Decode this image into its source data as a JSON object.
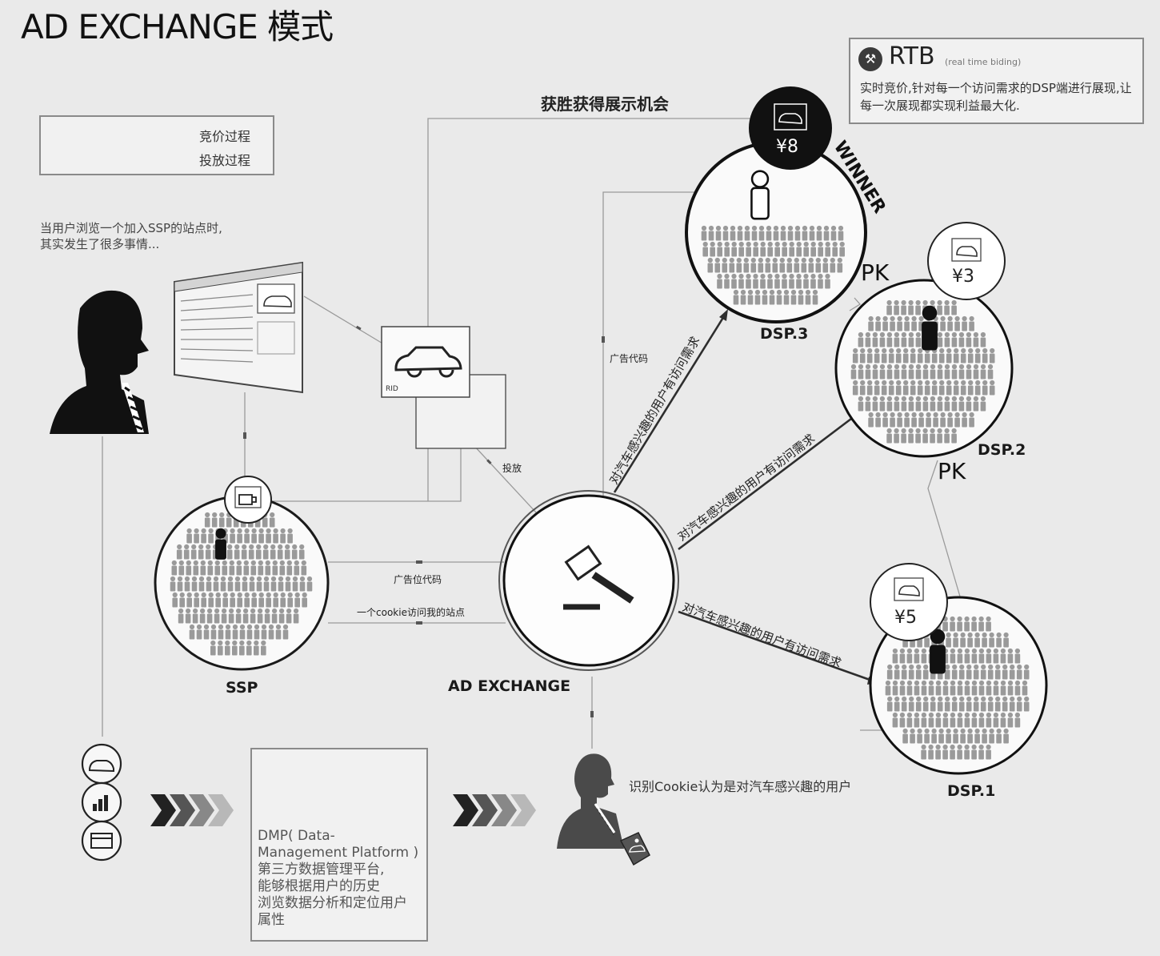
{
  "title": "AD EXCHANGE 模式",
  "legend": {
    "bidding": "竞价过程",
    "delivery": "投放过程"
  },
  "rtb": {
    "title": "RTB",
    "subtitle": "(real time biding)",
    "description": "实时竞价,针对每一个访问需求的DSP端进行展现,让每一次展现都实现利益最大化."
  },
  "intro": [
    "当用户浏览一个加入SSP的站点时,",
    "其实发生了很多事情..."
  ],
  "labels": {
    "win_opportunity": "获胜获得展示机会",
    "ad_code": "广告代码",
    "deliver": "投放",
    "ad_slot_code": "广告位代码",
    "cookie_visit": "一个cookie访问我的站点",
    "interest_request": "对汽车感兴趣的用户有访问需求",
    "identify_cookie": "识别Cookie认为是对汽车感兴趣的用户",
    "winner": "WINNER",
    "pk": "PK",
    "rid": "RID"
  },
  "nodes": {
    "ssp": "SSP",
    "adx": "AD EXCHANGE",
    "dsp3": "DSP.3",
    "dsp2": "DSP.2",
    "dsp1": "DSP.1"
  },
  "bids": {
    "dsp3": "¥8",
    "dsp2": "¥3",
    "dsp1": "¥5"
  },
  "dmp": "DMP( Data-\nManagement Platform )\n第三方数据管理平台,\n能够根据用户的历史\n浏览数据分析和定位用户\n属性",
  "icons": [
    "car-icon",
    "chart-icon",
    "card-icon",
    "gavel-icon",
    "cup-icon",
    "bar-chart-icon",
    "person-icon",
    "tag-icon"
  ]
}
